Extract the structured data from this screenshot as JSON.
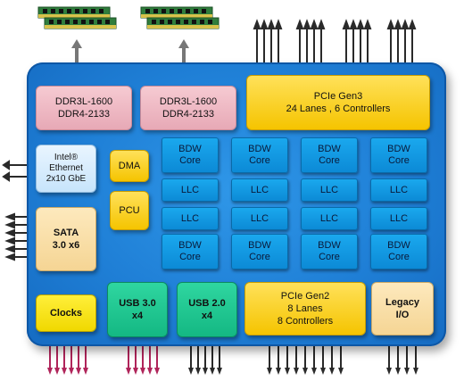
{
  "memory": {
    "left": {
      "line1": "DDR3L-1600",
      "line2": "DDR4-2133"
    },
    "right": {
      "line1": "DDR3L-1600",
      "line2": "DDR4-2133"
    }
  },
  "pcie_gen3": {
    "line1": "PCIe  Gen3",
    "line2": "24 Lanes , 6 Controllers"
  },
  "ethernet": {
    "line1": "Intel®",
    "line2": "Ethernet",
    "line3": "2x10 GbE"
  },
  "dma": {
    "label": "DMA"
  },
  "pcu": {
    "label": "PCU"
  },
  "sata": {
    "line1": "SATA",
    "line2": "3.0 x6"
  },
  "cores": {
    "core": "BDW",
    "core_sub": "Core",
    "llc": "LLC"
  },
  "clocks": {
    "label": "Clocks"
  },
  "usb3": {
    "line1": "USB 3.0",
    "line2": "x4"
  },
  "usb2": {
    "line1": "USB 2.0",
    "line2": "x4"
  },
  "pcie_gen2": {
    "line1": "PCIe  Gen2",
    "line2": "8 Lanes",
    "line3": "8 Controllers"
  },
  "legacy": {
    "line1": "Legacy",
    "line2": "I/O"
  },
  "colors": {
    "die": "#1f7fd6",
    "memory": "#e7a9b6",
    "pcie": "#f5c400",
    "core": "#0c8ad6",
    "usb": "#14b883",
    "sata": "#f5d594"
  }
}
